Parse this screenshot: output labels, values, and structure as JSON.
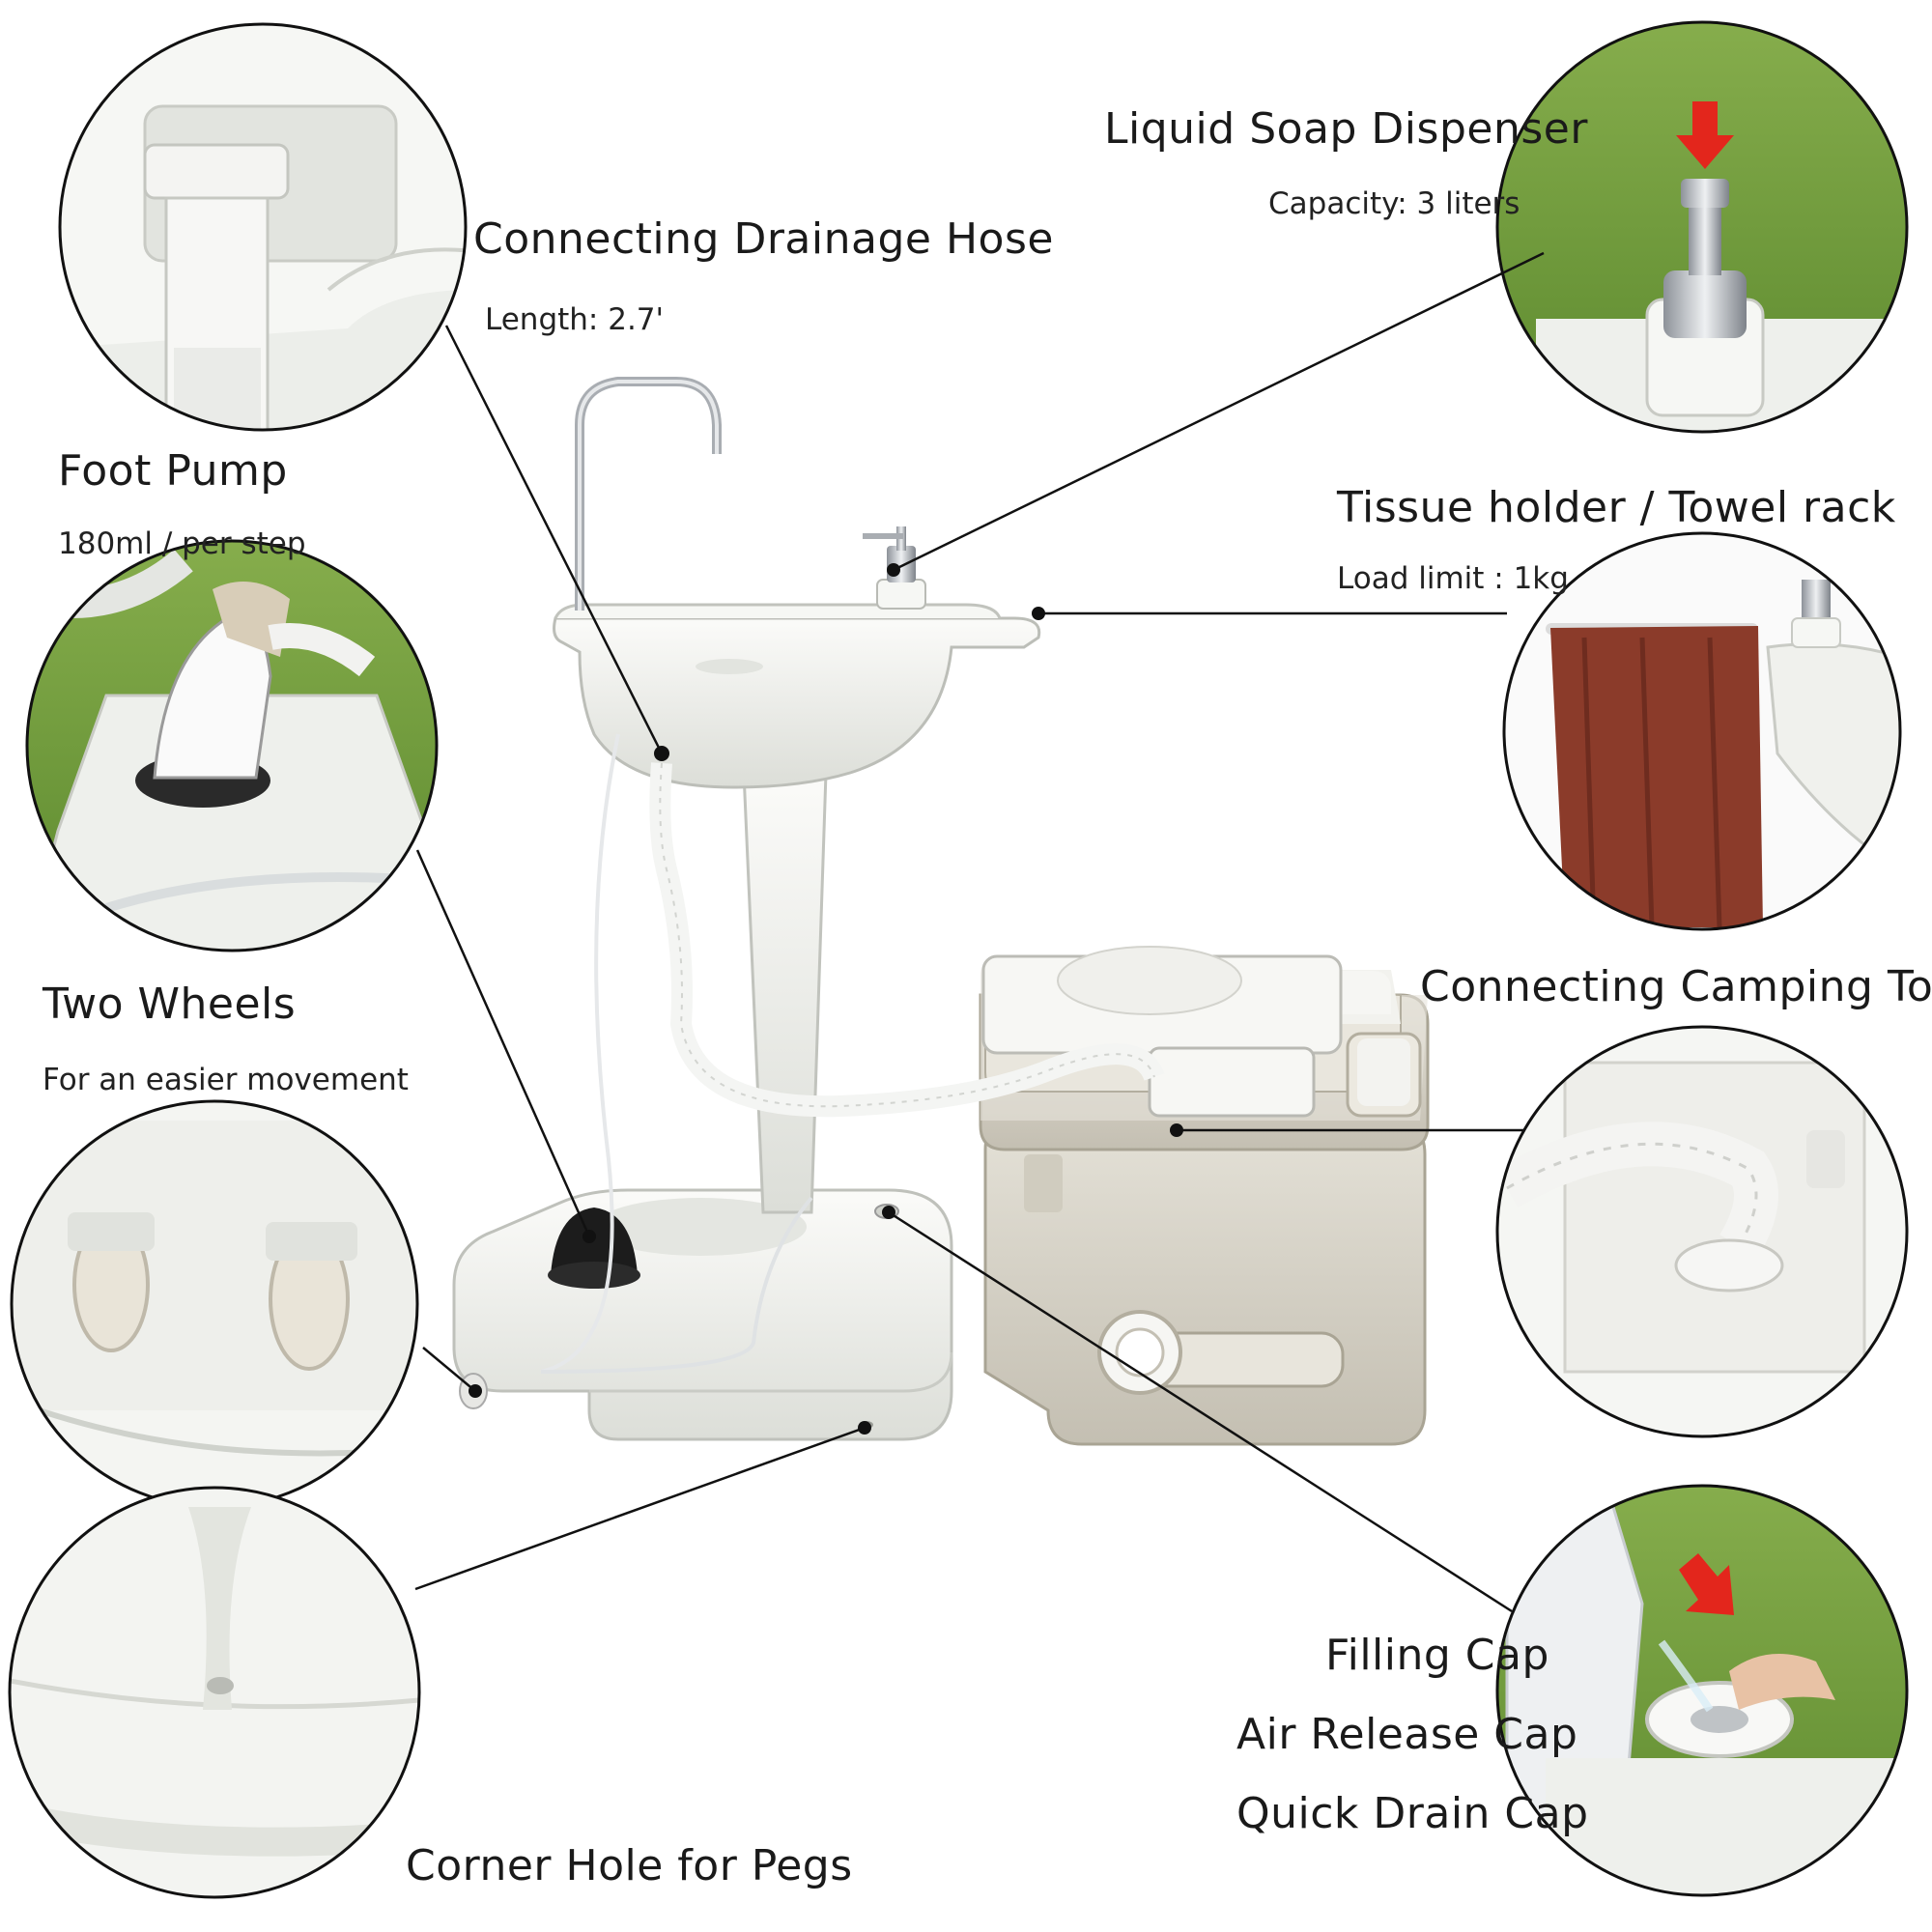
{
  "callouts": {
    "drainage_hose": {
      "title": "Connecting Drainage Hose",
      "detail": "Length: 2.7'"
    },
    "foot_pump": {
      "title": "Foot Pump",
      "detail": "180ml / per step"
    },
    "two_wheels": {
      "title": "Two Wheels",
      "detail": "For an easier movement"
    },
    "soap_dispenser": {
      "title": "Liquid Soap Dispenser",
      "detail": "Capacity: 3 liters"
    },
    "tissue_holder": {
      "title": "Tissue holder / Towel rack",
      "detail": "Load limit : 1kg"
    },
    "camping_toilet": {
      "title": "Connecting Camping Toilet"
    },
    "corner_hole": {
      "title": "Corner Hole for Pegs"
    },
    "caps": [
      "Filling Cap",
      "Air Release Cap",
      "Quick Drain Cap"
    ]
  },
  "colors": {
    "background": "#ffffff",
    "outline": "#111111",
    "plastic_white": "#f1f2ee",
    "plastic_shade": "#d9dbd6",
    "toilet_beige": "#d8d4c8",
    "toilet_shade": "#bdb8ab",
    "grass": "#6f9a3a",
    "grass_dark": "#4c7426",
    "towel": "#8b3b2a",
    "arrow_red": "#e3261c",
    "chrome": "#b8bcc2",
    "pump_black": "#1c1c1c"
  },
  "icons": [
    "red-arrow-icon"
  ]
}
